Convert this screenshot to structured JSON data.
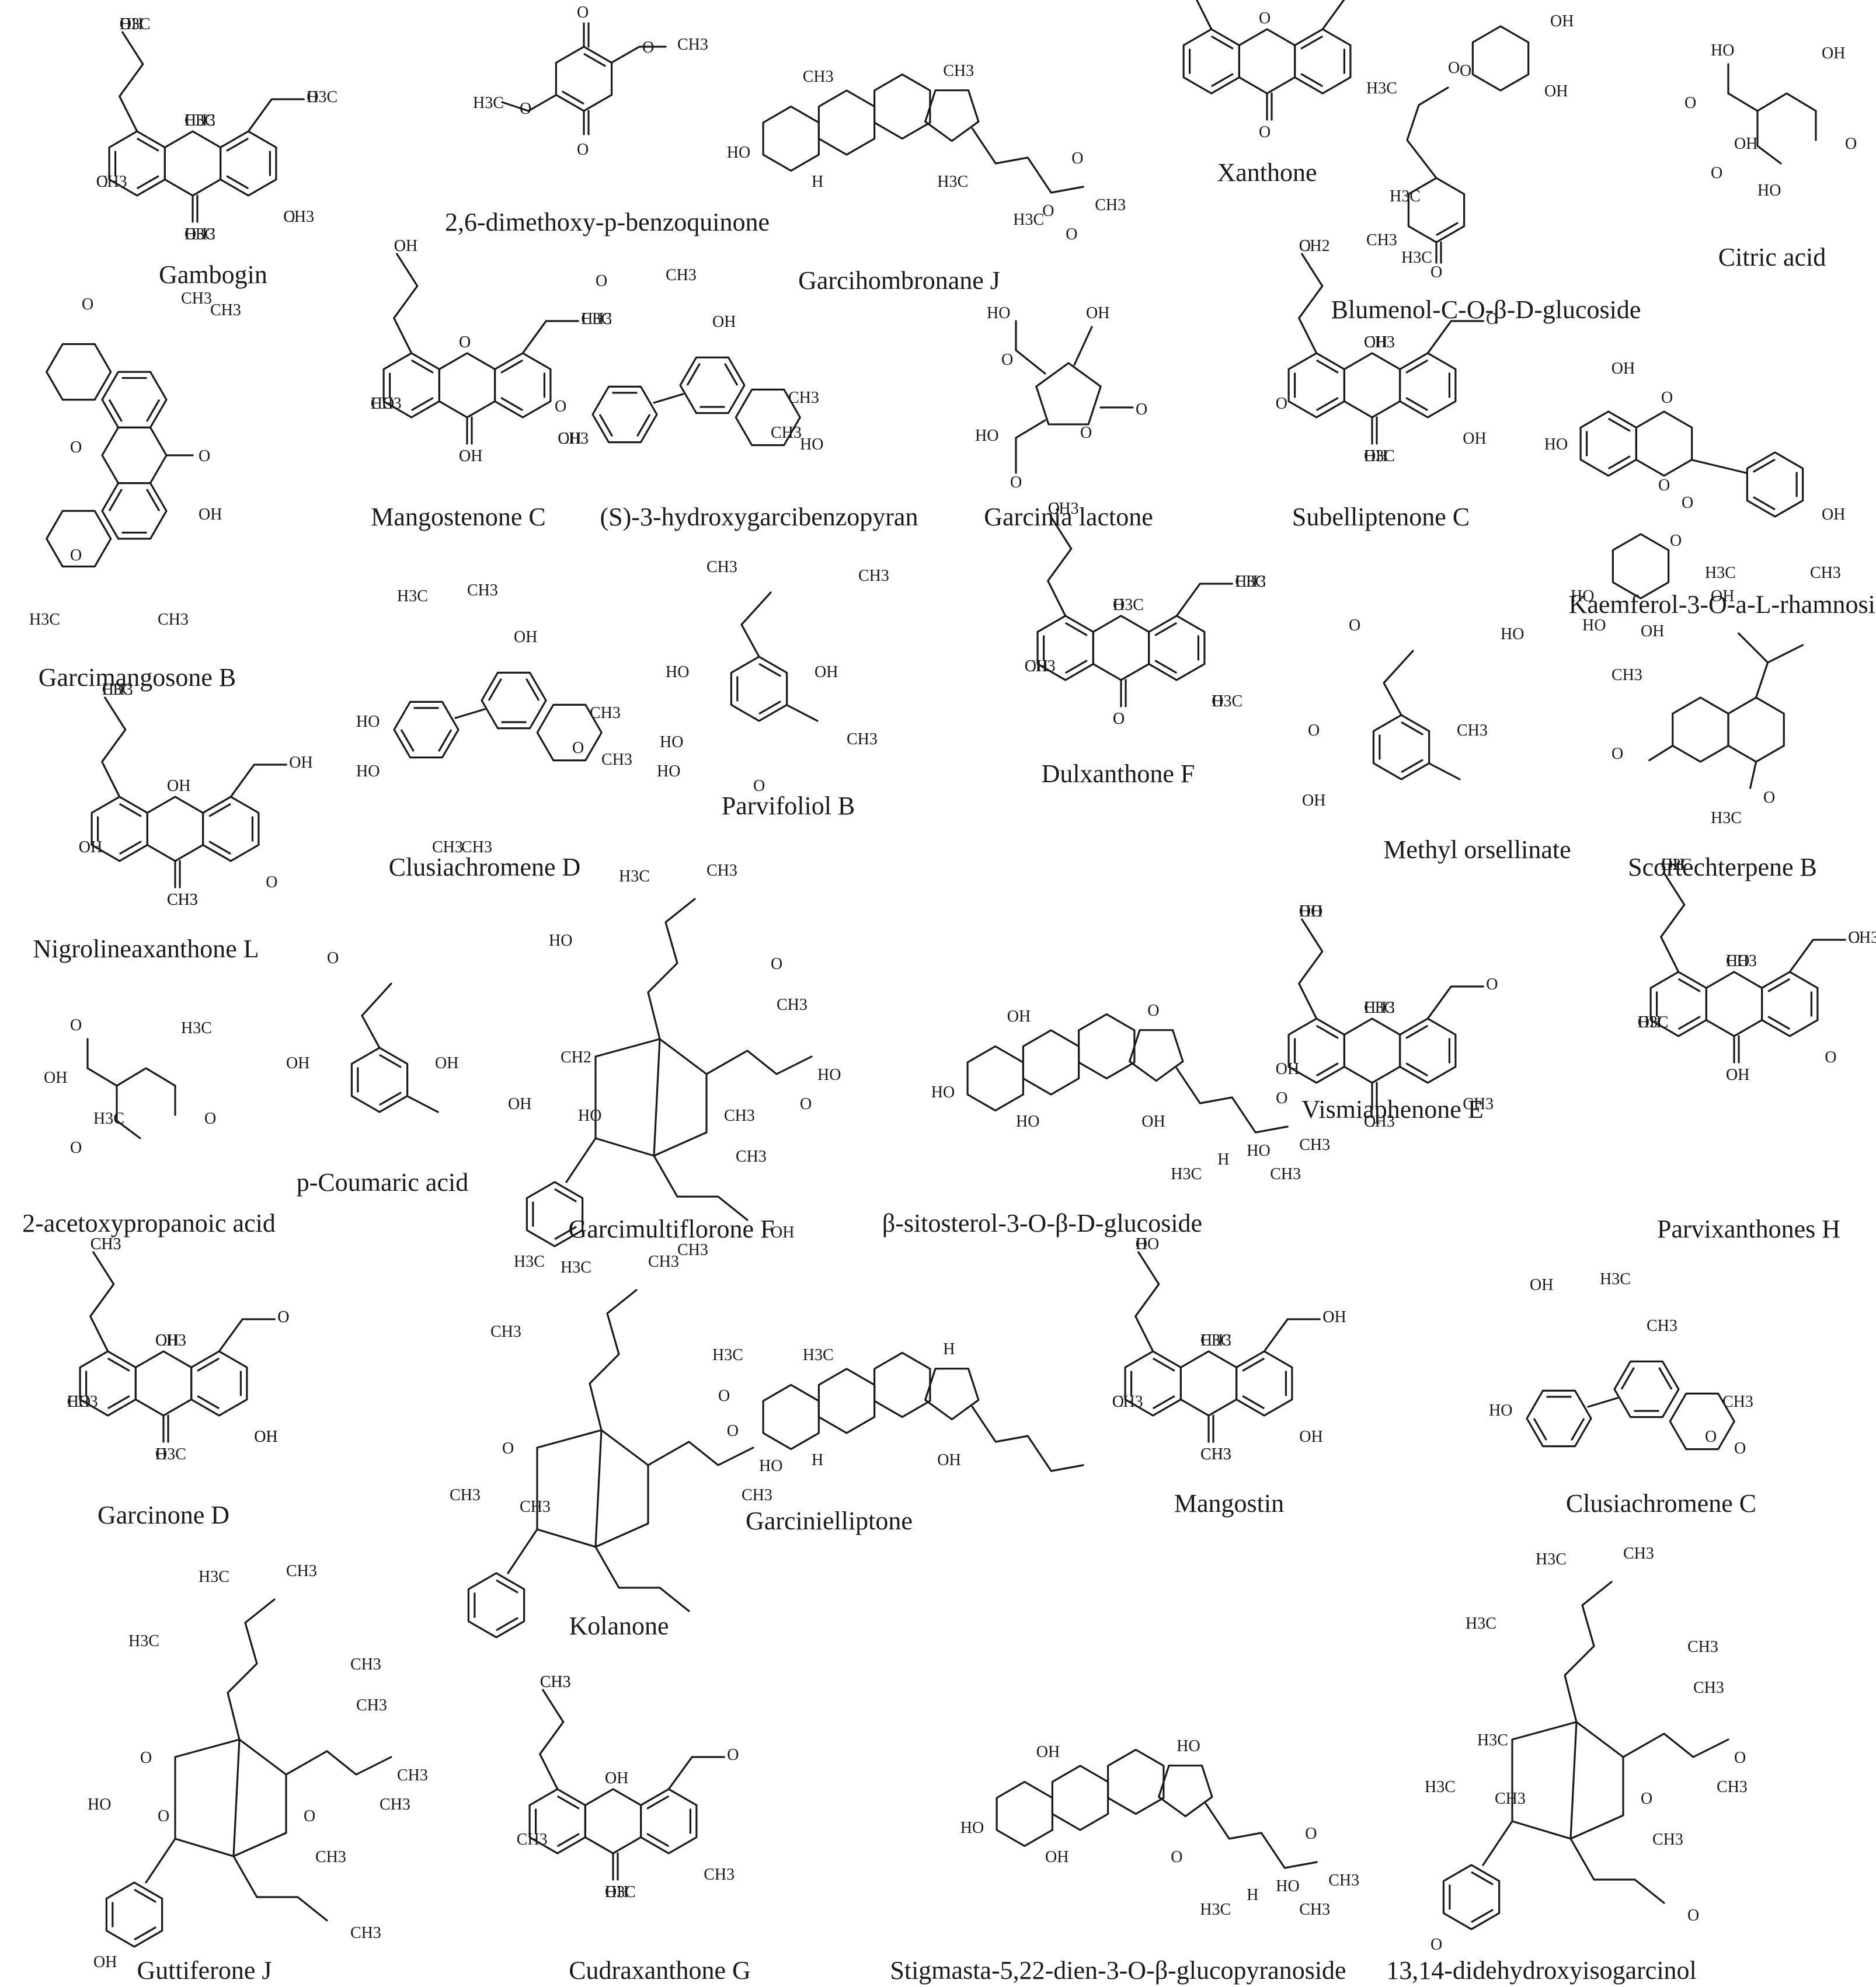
{
  "figure": {
    "compounds": [
      {
        "name": "Gambogin",
        "atoms": [
          "H3C",
          "CH3",
          "H3C",
          "CH3",
          "H3C",
          "CH3",
          "H3C",
          "H3C",
          "O",
          "O",
          "O",
          "O",
          "CH3",
          "O",
          "OH"
        ]
      },
      {
        "name": "2,6-dimethoxy-p-benzoquinone",
        "atoms": [
          "O",
          "O",
          "H3C",
          "O",
          "CH3",
          "O"
        ]
      },
      {
        "name": "Garcihombronane J",
        "atoms": [
          "HO",
          "CH3",
          "H",
          "CH3",
          "H3C",
          "O",
          "O",
          "CH3",
          "H3C",
          "O"
        ]
      },
      {
        "name": "Xanthone",
        "atoms": [
          "O",
          "O"
        ]
      },
      {
        "name": "Blumenol-C-O-β-D-glucoside",
        "atoms": [
          "HO",
          "OH",
          "O",
          "OH",
          "H3C",
          "O",
          "OH",
          "H3C",
          "CH3",
          "H3C",
          "O"
        ]
      },
      {
        "name": "Citric acid",
        "atoms": [
          "HO",
          "O",
          "OH",
          "O",
          "OH",
          "O",
          "HO"
        ]
      },
      {
        "name": "Garcimangosone B",
        "atoms": [
          "O",
          "CH3",
          "CH3",
          "O",
          "O",
          "OH",
          "O",
          "H3C",
          "CH3"
        ]
      },
      {
        "name": "Mangostenone C",
        "atoms": [
          "O",
          "O",
          "OH",
          "HO",
          "CH3",
          "OH",
          "O",
          "OH",
          "O",
          "CH3",
          "H3C",
          "CH3"
        ]
      },
      {
        "name": "(S)-3-hydroxygarcibenzopyran",
        "atoms": [
          "O",
          "CH3",
          "OH",
          "O",
          "CH3",
          "CH3",
          "HO"
        ]
      },
      {
        "name": "Garcinia lactone",
        "atoms": [
          "HO",
          "OH",
          "O",
          "HO",
          "O",
          "O",
          "O"
        ]
      },
      {
        "name": "Subelliptenone C",
        "atoms": [
          "OH",
          "OH",
          "O",
          "O",
          "O",
          "OH",
          "CH3",
          "H3C",
          "CH2"
        ]
      },
      {
        "name": "Kaemferol-3-O-a-L-rhamnoside",
        "atoms": [
          "OH",
          "HO",
          "O",
          "O",
          "O",
          "OH",
          "O",
          "HO",
          "OH",
          "HO",
          "OH"
        ]
      },
      {
        "name": "Clusiachromene D",
        "atoms": [
          "H3C",
          "CH3",
          "OH",
          "HO",
          "O",
          "CH3",
          "CH3",
          "HO",
          "CH3",
          "CH3"
        ]
      },
      {
        "name": "Parvifoliol B",
        "atoms": [
          "CH3",
          "HO",
          "OH",
          "CH3",
          "HO",
          "HO",
          "O",
          "CH3"
        ]
      },
      {
        "name": "Dulxanthone F",
        "atoms": [
          "H3C",
          "O",
          "O",
          "OH",
          "H3C",
          "O",
          "O",
          "O",
          "CH3",
          "CH3",
          "CH3",
          "H3C"
        ]
      },
      {
        "name": "Methyl orsellinate",
        "atoms": [
          "O",
          "O",
          "CH3",
          "HO",
          "OH"
        ]
      },
      {
        "name": "Scortechterpene B",
        "atoms": [
          "H3C",
          "CH3",
          "CH3",
          "O",
          "H3C",
          "O"
        ]
      },
      {
        "name": "Nigrolineaxanthone L",
        "atoms": [
          "OH",
          "CH3",
          "H3C",
          "O",
          "OH",
          "O",
          "O",
          "CH3",
          "CH3",
          "OH"
        ]
      },
      {
        "name": "2-acetoxypropanoic acid",
        "atoms": [
          "O",
          "OH",
          "H3C",
          "O",
          "H3C",
          "O"
        ]
      },
      {
        "name": "p-Coumaric acid",
        "atoms": [
          "O",
          "OH",
          "OH"
        ]
      },
      {
        "name": "Garcimultiflorone F",
        "atoms": [
          "H3C",
          "CH3",
          "HO",
          "O",
          "CH3",
          "CH2",
          "HO",
          "O",
          "OH",
          "HO",
          "CH3",
          "CH3",
          "OH",
          "H3C",
          "CH3"
        ]
      },
      {
        "name": "β-sitosterol-3-O-β-D-glucoside",
        "atoms": [
          "HO",
          "OH",
          "HO",
          "O",
          "OH",
          "HO",
          "O",
          "CH3",
          "H",
          "CH3",
          "H3C"
        ]
      },
      {
        "name": "Vismiaphenone E",
        "atoms": [
          "H3C",
          "CH3",
          "HO",
          "OH",
          "O",
          "CH3",
          "CH3",
          "O",
          "OH"
        ]
      },
      {
        "name": "Parvixanthones H",
        "atoms": [
          "HO",
          "O",
          "OH",
          "OH",
          "O",
          "O",
          "CH3",
          "OH",
          "H2C",
          "H3C",
          "CH3"
        ]
      },
      {
        "name": "Garcinone D",
        "atoms": [
          "OH",
          "H3C",
          "CH3",
          "CH3",
          "O",
          "OH",
          "CH3",
          "O",
          "CH3",
          "HO",
          "O",
          "OH"
        ]
      },
      {
        "name": "Kolanone",
        "atoms": [
          "H3C",
          "CH3",
          "CH3",
          "H3C",
          "O",
          "O",
          "HO",
          "CH3",
          "CH3",
          "CH3"
        ]
      },
      {
        "name": "Garcinielliptone",
        "atoms": [
          "O",
          "H3C",
          "H",
          "H",
          "OH"
        ]
      },
      {
        "name": "Mangostin",
        "atoms": [
          "H3C",
          "CH3",
          "O",
          "CH3",
          "O",
          "OH",
          "CH3",
          "CH3",
          "HO",
          "O",
          "OH"
        ]
      },
      {
        "name": "Clusiachromene C",
        "atoms": [
          "OH",
          "H3C",
          "CH3",
          "HO",
          "O",
          "CH3",
          "O"
        ]
      },
      {
        "name": "Guttiferone J",
        "atoms": [
          "H3C",
          "CH3",
          "H3C",
          "CH3",
          "CH3",
          "O",
          "CH3",
          "CH3",
          "HO",
          "O",
          "O",
          "CH3",
          "CH3",
          "OH"
        ]
      },
      {
        "name": "Cudraxanthone G",
        "atoms": [
          "O",
          "OH",
          "CH3",
          "CH3",
          "O",
          "CH3",
          "OH",
          "H3C",
          "CH3"
        ]
      },
      {
        "name": "Stigmasta-5,22-dien-3-O-β-glucopyranoside",
        "atoms": [
          "HO",
          "OH",
          "OH",
          "HO",
          "O",
          "HO",
          "O",
          "CH3",
          "H",
          "CH3",
          "H3C"
        ]
      },
      {
        "name": "13,14-didehydroxyisogarcinol",
        "atoms": [
          "H3C",
          "CH3",
          "H3C",
          "CH3",
          "CH3",
          "H3C",
          "O",
          "CH3",
          "H3C",
          "CH3",
          "O",
          "CH3",
          "O",
          "O"
        ]
      }
    ]
  }
}
